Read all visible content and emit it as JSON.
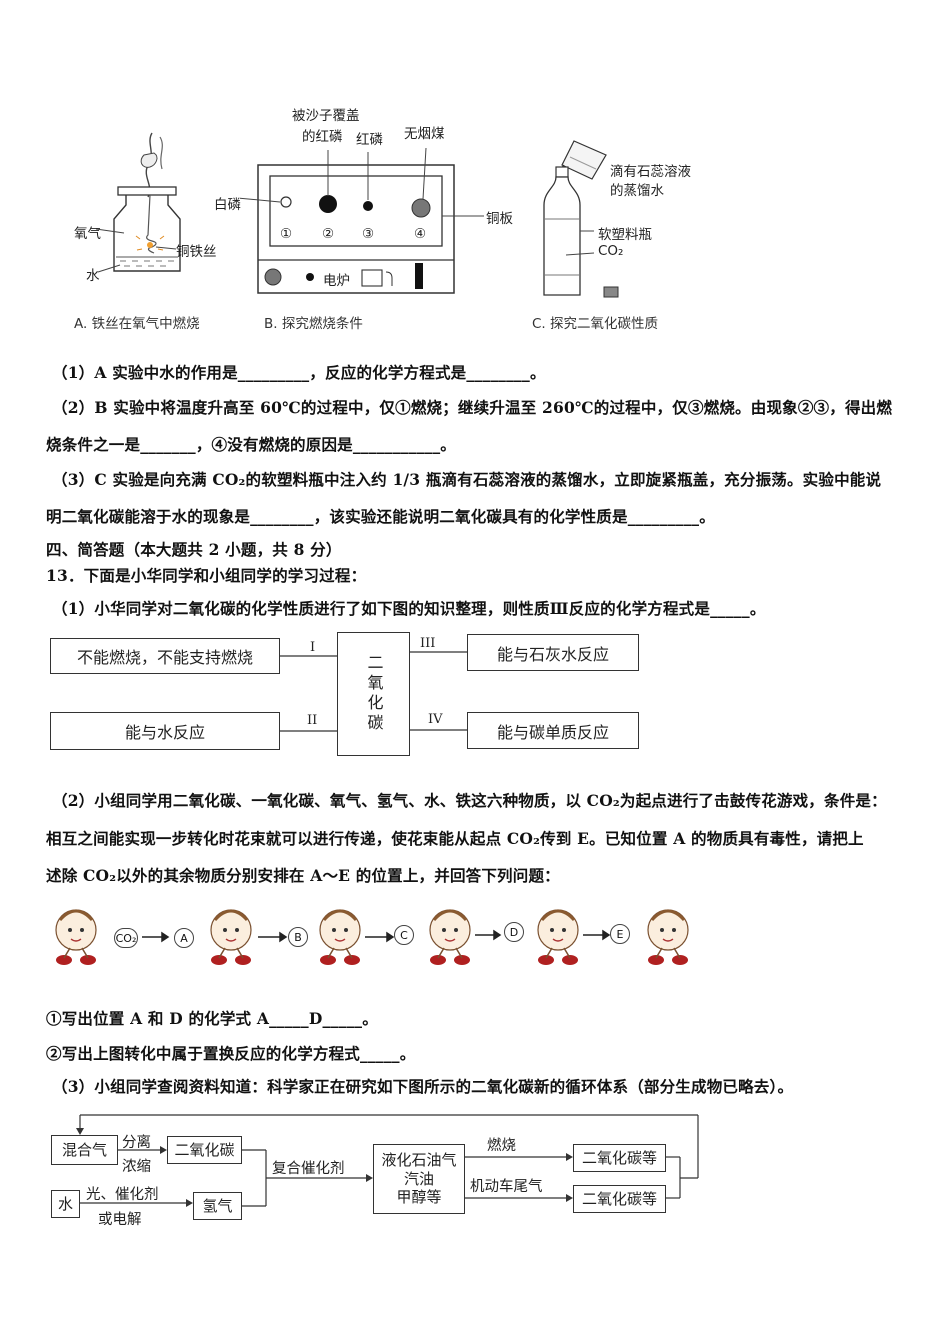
{
  "figure_top": {
    "a_labels": {
      "oxygen": "氧气",
      "wire": "铜铁丝",
      "water": "水"
    },
    "a_caption": "A. 铁丝在氧气中燃烧",
    "b_labels": {
      "covered": "被沙子覆盖",
      "covered2": "的红磷",
      "red_p": "红磷",
      "coal": "无烟煤",
      "white_p": "白磷",
      "plate": "铜板",
      "n1": "①",
      "n2": "②",
      "n3": "③",
      "n4": "④",
      "stove": "电炉"
    },
    "b_caption": "B. 探究燃烧条件",
    "c_labels": {
      "liquid1": "滴有石蕊溶液",
      "liquid2": "的蒸馏水",
      "bottle": "软塑料瓶",
      "co2": "CO₂"
    },
    "c_caption": "C. 探究二氧化碳性质"
  },
  "questions": {
    "q1": "（1）A 实验中水的作用是_________，反应的化学方程式是________。",
    "q2_line1": "（2）B 实验中将温度升高至 60℃的过程中，仅①燃烧；继续升温至 260℃的过程中，仅③燃烧。由现象②③，得出燃",
    "q2_line2": "烧条件之一是_______，④没有燃烧的原因是___________。",
    "q3_line1": "（3）C 实验是向充满 CO₂的软塑料瓶中注入约 1/3 瓶滴有石蕊溶液的蒸馏水，立即旋紧瓶盖，充分振荡。实验中能说",
    "q3_line2": "明二氧化碳能溶于水的现象是________，该实验还能说明二氧化碳具有的化学性质是_________。",
    "section4": "四、简答题（本大题共 2 小题，共 8 分）",
    "q13": "13．下面是小华同学和小组同学的学习过程：",
    "q13_1": "（1）小华同学对二氧化碳的化学性质进行了如下图的知识整理，则性质Ⅲ反应的化学方程式是_____。",
    "q13_2_line1": "（2）小组同学用二氧化碳、一氧化碳、氧气、氢气、水、铁这六种物质，以 CO₂为起点进行了击鼓传花游戏，条件是：",
    "q13_2_line2": "相互之间能实现一步转化时花束就可以进行传递，使花束能从起点 CO₂传到 E。已知位置 A 的物质具有毒性，请把上",
    "q13_2_line3": "述除 CO₂以外的其余物质分别安排在 A～E 的位置上，并回答下列问题：",
    "sub1": "①写出位置 A 和 D 的化学式 A_____D_____。",
    "sub2": "②写出上图转化中属于置换反应的化学方程式_____。",
    "q13_3": "（3）小组同学查阅资料知道：科学家正在研究如下图所示的二氧化碳新的循环体系（部分生成物已略去）。"
  },
  "concept_map": {
    "center": "二氧化碳",
    "left_top": "不能燃烧，不能支持燃烧",
    "left_bottom": "能与水反应",
    "right_top": "能与石灰水反应",
    "right_bottom": "能与碳单质反应",
    "r1": "I",
    "r2": "II",
    "r3": "III",
    "r4": "IV"
  },
  "relay": [
    "CO₂",
    "A",
    "B",
    "C",
    "D",
    "E"
  ],
  "cycle": {
    "mix": "混合气",
    "sep1": "分离",
    "sep2": "浓缩",
    "co2": "二氧化碳",
    "water": "水",
    "light1": "光、催化剂",
    "light2": "或电解",
    "h2": "氢气",
    "catalyst": "复合催化剂",
    "fuel1": "液化石油气",
    "fuel2": "汽油",
    "fuel3": "甲醇等",
    "burn": "燃烧",
    "exhaust": "机动车尾气",
    "out1": "二氧化碳等",
    "out2": "二氧化碳等"
  }
}
